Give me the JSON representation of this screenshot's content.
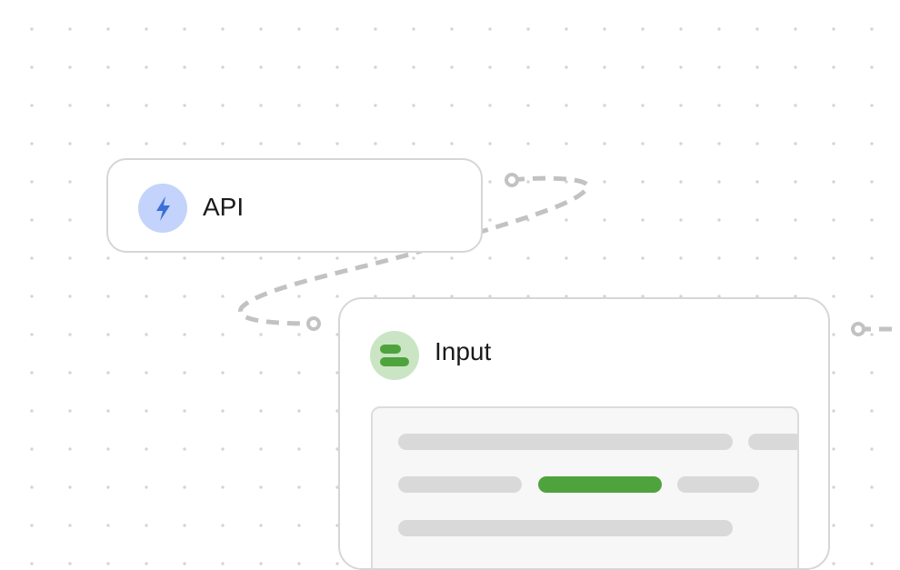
{
  "canvas": {
    "background_color": "#ffffff",
    "dot_color": "#d4d4d4"
  },
  "nodes": {
    "api": {
      "title": "API",
      "icon": "lightning-bolt-icon",
      "icon_color": "#3b6fd8",
      "icon_bg": "#c3d3fb"
    },
    "input": {
      "title": "Input",
      "icon": "stacked-bars-icon",
      "icon_color": "#4fa33c",
      "icon_bg": "#cae5c4",
      "preview": {
        "rows": [
          [
            "placeholder",
            "placeholder"
          ],
          [
            "placeholder",
            "highlighted",
            "placeholder"
          ],
          [
            "placeholder"
          ]
        ]
      }
    }
  },
  "connectors": {
    "style": "dashed",
    "color": "#c2c2c2",
    "endpoint": "hollow-circle"
  },
  "colors": {
    "node_border": "#d6d6d6",
    "placeholder_bar": "#d9d9d9",
    "highlight_bar": "#4fa33c",
    "text": "#1b1b1b"
  }
}
